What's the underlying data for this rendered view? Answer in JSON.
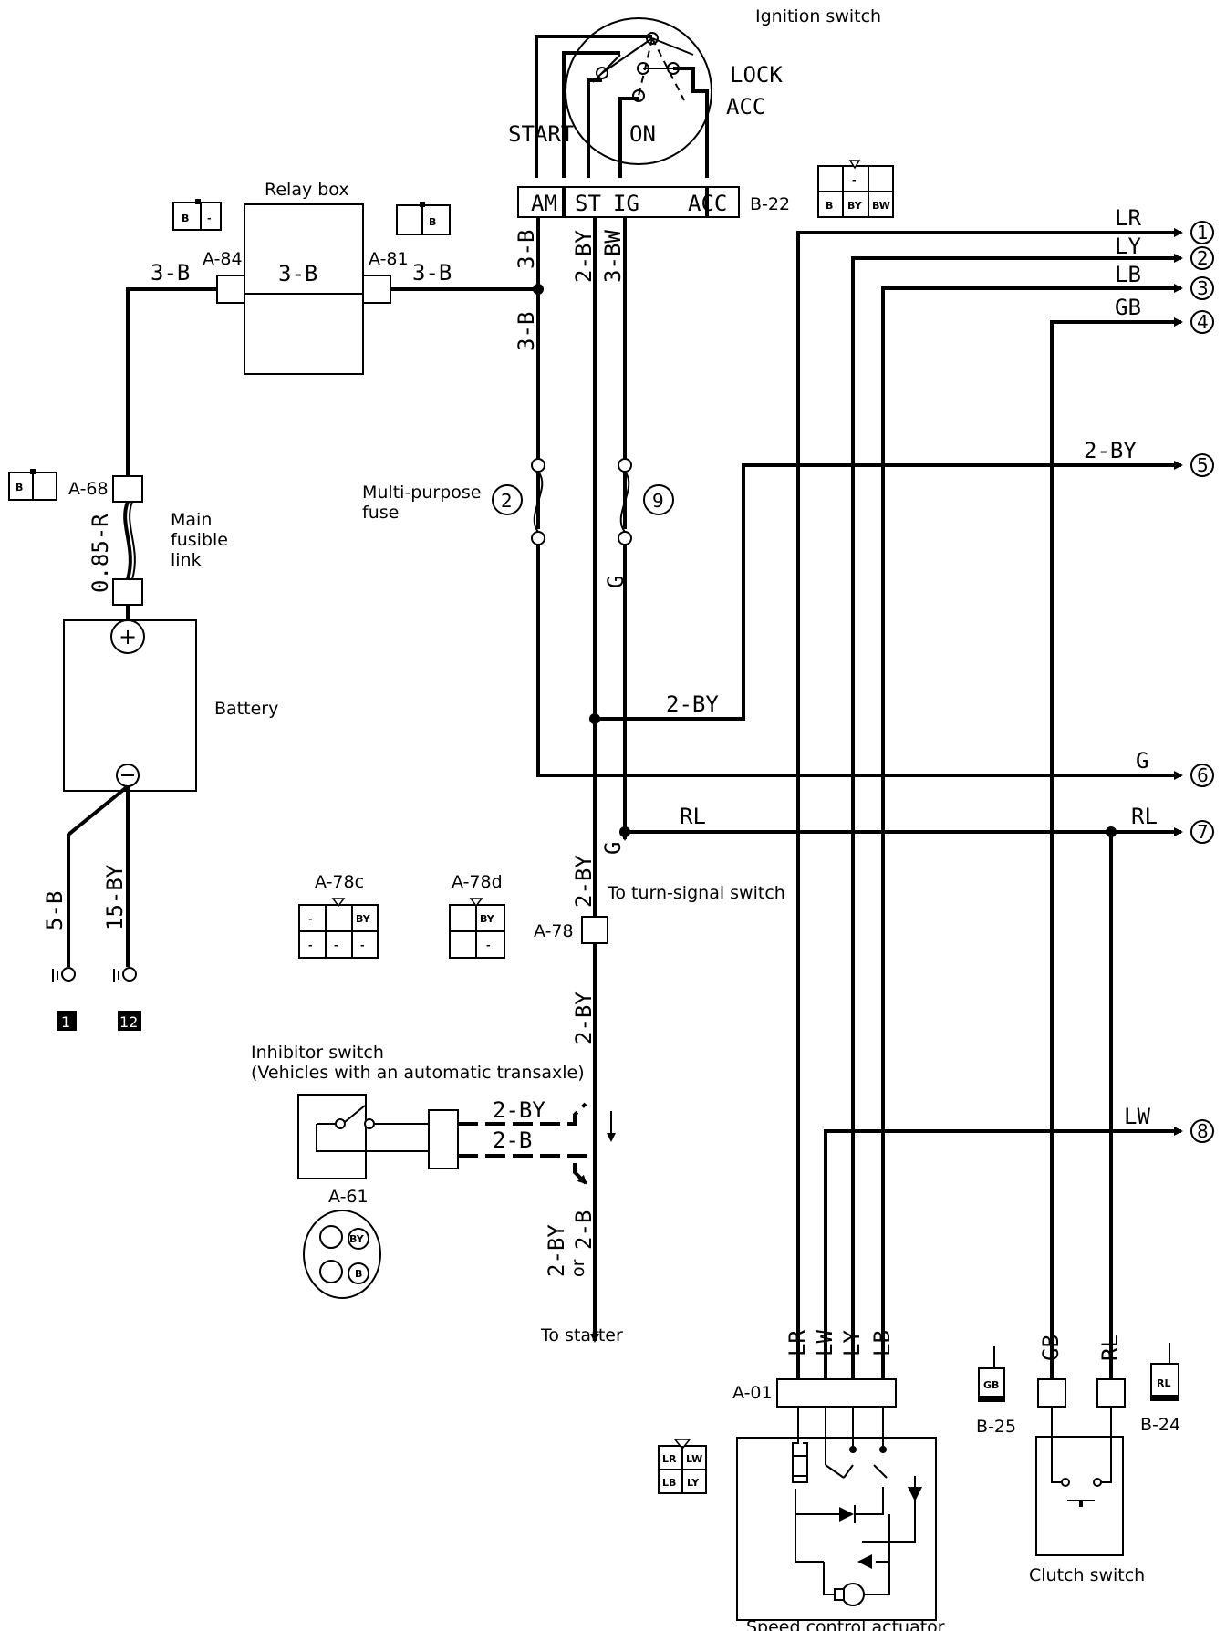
{
  "labels": {
    "ignition_switch": "Ignition switch",
    "lock": "LOCK",
    "acc": "ACC",
    "start": "START",
    "on": "ON",
    "sw_pins": [
      "AM",
      "ST",
      "IG",
      "ACC"
    ],
    "b22": "B-22",
    "relay_box": "Relay box",
    "a84": "A-84",
    "a81": "A-81",
    "a68": "A-68",
    "main_fusible_link": [
      "Main",
      "fusible",
      "link"
    ],
    "battery": "Battery",
    "multi_purpose_fuse": [
      "Multi-purpose",
      "fuse"
    ],
    "fuse_2": "2",
    "fuse_9": "9",
    "to_turn_signal": "To turn-signal switch",
    "a78c": "A-78c",
    "a78d": "A-78d",
    "a78": "A-78",
    "inhibitor_switch": [
      "Inhibitor switch",
      "(Vehicles with an automatic transaxle)"
    ],
    "a61": "A-61",
    "to_starter": "To starter",
    "a01": "A-01",
    "b25": "B-25",
    "b24": "B-24",
    "clutch_switch": "Clutch switch",
    "speed_control_actuator": "Speed control actuator",
    "ground_1": "1",
    "ground_12": "12"
  },
  "wires": {
    "relay_left": "3-B",
    "relay_mid": "3-B",
    "relay_right": "3-B",
    "am_top": "3-B",
    "am_lower": "3-B",
    "st": "2-BY",
    "ig": "3-BW",
    "fusible": "0.85-R",
    "g_fuse9": "G",
    "g_turn": "G",
    "branch_2by": "2-BY",
    "ground_1": "5-B",
    "ground_12": "15-BY",
    "a78_upper": "2-BY",
    "a78_lower": "2-BY",
    "inh_2by": "2-BY",
    "inh_2b": "2-B",
    "starter": "2-BY",
    "starter_or": "or",
    "starter_alt": "2-B",
    "rl_mid": "RL",
    "act_pins": [
      "LR",
      "LW",
      "LY",
      "LB"
    ],
    "clutch_pins": [
      "GB",
      "RL"
    ]
  },
  "outputs": [
    {
      "num": "1",
      "wire": "LR"
    },
    {
      "num": "2",
      "wire": "LY"
    },
    {
      "num": "3",
      "wire": "LB"
    },
    {
      "num": "4",
      "wire": "GB"
    },
    {
      "num": "5",
      "wire": "2-BY"
    },
    {
      "num": "6",
      "wire": "G"
    },
    {
      "num": "7",
      "wire": "RL"
    },
    {
      "num": "8",
      "wire": "LW"
    }
  ],
  "connectors": {
    "a84_face": [
      "B",
      "-"
    ],
    "a81_face": [
      "B"
    ],
    "a68_face": [
      "B"
    ],
    "b22_face": [
      "-",
      "B",
      "BY",
      "BW"
    ],
    "a78c_face": [
      "-",
      "",
      "BY",
      "-",
      "-",
      "-"
    ],
    "a78d_face": [
      "",
      "BY",
      "",
      "-"
    ],
    "a61_face": [
      "BY",
      "B"
    ],
    "a01_face": [
      "LR",
      "LW",
      "LB",
      "LY"
    ],
    "b25_face": [
      "GB"
    ],
    "b24_face": [
      "RL"
    ]
  }
}
